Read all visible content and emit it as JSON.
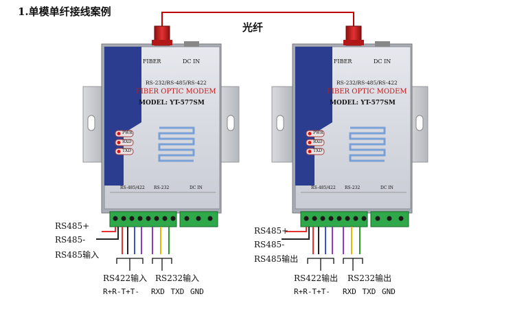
{
  "title": "1.单模单纤接线案例",
  "fiber_label": "光纤",
  "modem": {
    "fiber_port": "FIBER",
    "dc_in_top": "DC IN",
    "interfaces": "RS-232/RS-485/RS-422",
    "name": "FIBER OPTIC MODEM",
    "model": "MODEL: YT-577SM",
    "leds": [
      "PWR",
      "RXD",
      "TXD"
    ],
    "term_group_1": "RS-485/422",
    "term_group_2": "RS-232",
    "term_group_3": "DC IN"
  },
  "left": {
    "rs485p": "RS485+",
    "rs485m": "RS485-",
    "rs485io": "RS485输入",
    "rs422io": "RS422输入",
    "rs232io": "RS232输入",
    "rs422pins": "R+R-T+T-",
    "rs232pins": "RXD TXD GND"
  },
  "right": {
    "rs485p": "RS485+",
    "rs485m": "RS485-",
    "rs485io": "RS485输出",
    "rs422io": "RS422输出",
    "rs232io": "RS232输出",
    "rs422pins": "R+R-T+T-",
    "rs232pins": "RXD TXD GND"
  },
  "colors": {
    "fiber_line": "#c00000",
    "wire_red": "#e53030",
    "wire_black": "#222222",
    "wire_blue": "#3b52d6",
    "wire_purple": "#8a3cc8",
    "wire_yellow": "#e8b800",
    "wire_green": "#2a9a2a",
    "connector_red": "#c41c1c",
    "terminal_green": "#2fa84a",
    "panel_blue": "#2b3d8f"
  }
}
